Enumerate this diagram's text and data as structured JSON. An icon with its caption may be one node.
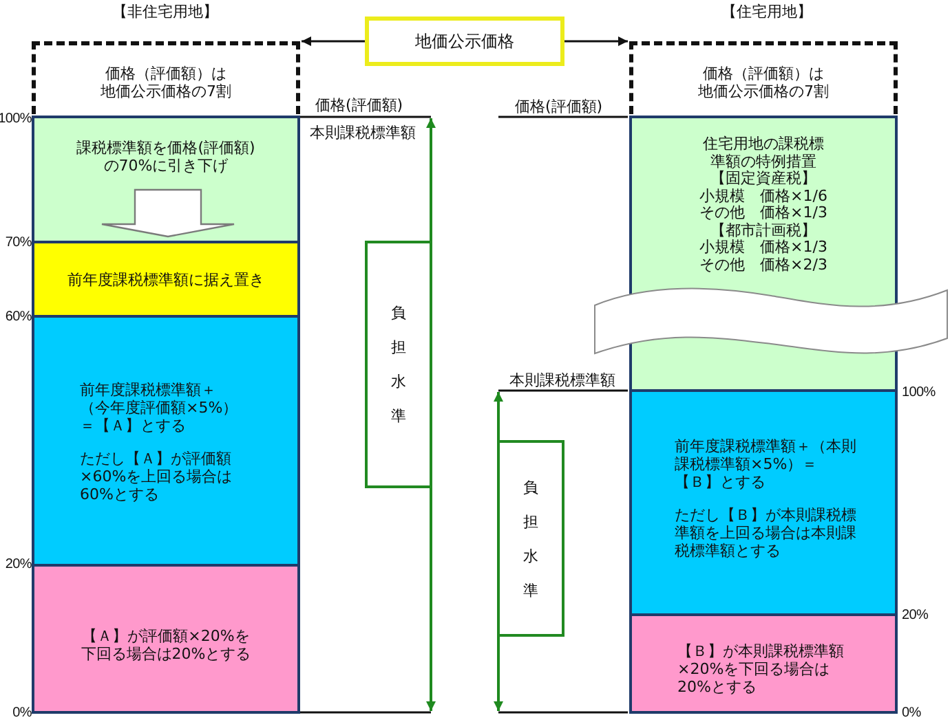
{
  "diagram": {
    "nodes": [
      {
        "text": [
          "地価公示価格"
        ]
      },
      {
        "text": [
          "価格（評価額）は地価公示価格の7割"
        ]
      },
      {
        "text": [
          "課税標準額を価格(評価額)の70%に引き下げ"
        ],
        "beside": [
          "価格(評価額)",
          "本則課税標準額"
        ]
      },
      {
        "text": [
          "前年度課税標準額に据え置き"
        ]
      },
      {
        "text": [
          "前年度課税標準額＋（今年度評価額×5%）＝【Ａ】とする",
          "ただし【Ａ】が評価額×60%を上回る場合は60%とする"
        ]
      },
      {
        "text": [
          "【Ａ】が評価額×20%を下回る場合は20%とする"
        ]
      },
      {
        "text": [
          "負担水準"
        ]
      },
      {
        "text": [
          "価格（評価額）は地価公示価格の7割"
        ]
      },
      {
        "text": [
          "住宅用地の課税標準額の特例措置",
          "【固定資産税】",
          "小規模　価格×1/6",
          "その他　価格×1/3",
          "【都市計画税】",
          "小規模　価格×1/3",
          "その他　価格×2/3"
        ],
        "beside": [
          "価格(評価額)"
        ]
      },
      {
        "text": [
          "前年度課税標準額＋（本則課税標準額×5%）＝【Ｂ】とする",
          "ただし【Ｂ】が本則課税標準額を上回る場合は本則課税標準額とする"
        ],
        "beside": [
          "本則課税標準額"
        ]
      },
      {
        "text": [
          "【Ｂ】が本則課税標準額×20%を下回る場合は20%とする"
        ]
      },
      {
        "text": [
          "負担水準"
        ]
      },
      {
        "text": [],
        "shape": "wave"
      }
    ],
    "edges": [
      {
        "from": 0,
        "to": 1,
        "arrow": "to"
      },
      {
        "from": 0,
        "to": 7,
        "arrow": "to"
      }
    ],
    "labels": [
      "【非住宅用地】",
      "【住宅用地】",
      "100%",
      "70%",
      "60%",
      "100%",
      "20%",
      "20%",
      "0%",
      "0%"
    ]
  }
}
